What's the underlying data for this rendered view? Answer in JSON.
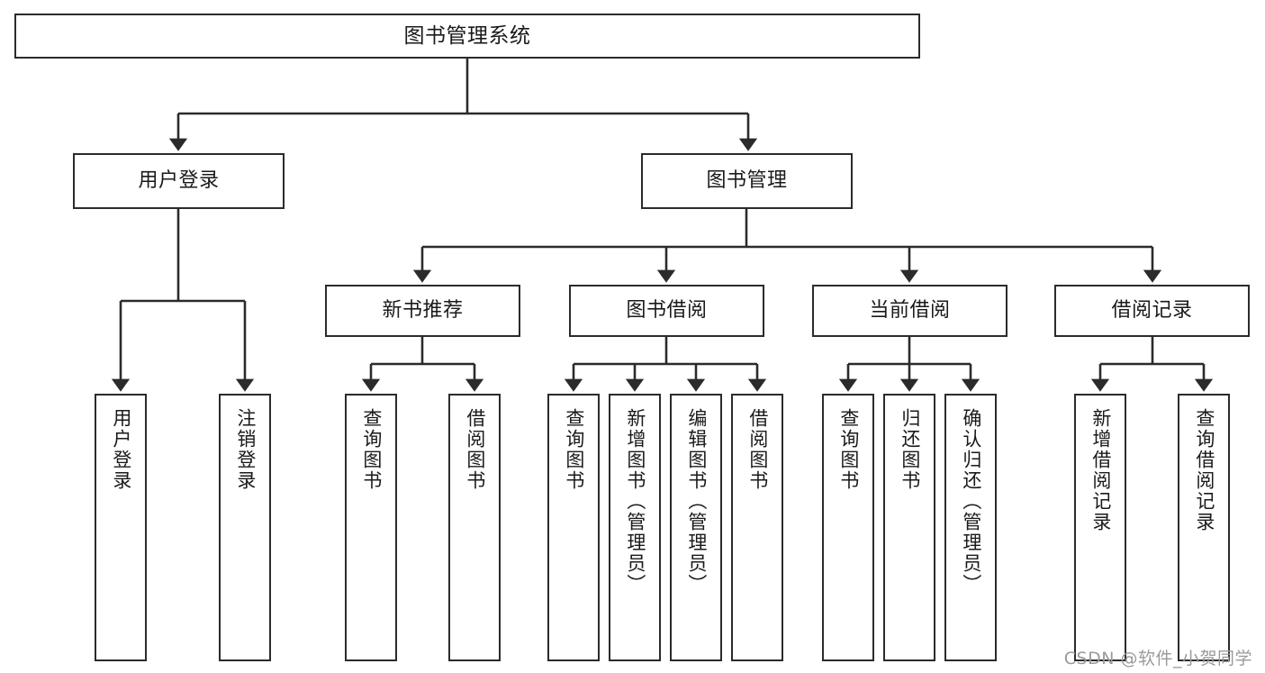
{
  "diagram": {
    "title": "图书管理系统",
    "watermark": "CSDN @软件_小贺同学",
    "colors": {
      "box_border": "#2b2b2b",
      "box_fill": "#ffffff",
      "edge": "#2b2b2b",
      "text": "#1a1a1a",
      "watermark": "#9a9a9a"
    },
    "root": {
      "label": "图书管理系统"
    },
    "level2": [
      {
        "label": "用户登录"
      },
      {
        "label": "图书管理"
      }
    ],
    "level3": [
      {
        "label": "新书推荐"
      },
      {
        "label": "图书借阅"
      },
      {
        "label": "当前借阅"
      },
      {
        "label": "借阅记录"
      }
    ],
    "leaves": {
      "user_login": [
        {
          "label": "用户登录"
        },
        {
          "label": "注销登录"
        }
      ],
      "new_book_recommend": [
        {
          "label": "查询图书"
        },
        {
          "label": "借阅图书"
        }
      ],
      "book_borrow": [
        {
          "label": "查询图书"
        },
        {
          "label": "新增图书（管理员）"
        },
        {
          "label": "编辑图书（管理员）"
        },
        {
          "label": "借阅图书"
        }
      ],
      "current_borrow": [
        {
          "label": "查询图书"
        },
        {
          "label": "归还图书"
        },
        {
          "label": "确认归还（管理员）"
        }
      ],
      "borrow_record": [
        {
          "label": "新增借阅记录"
        },
        {
          "label": "查询借阅记录"
        }
      ]
    }
  }
}
